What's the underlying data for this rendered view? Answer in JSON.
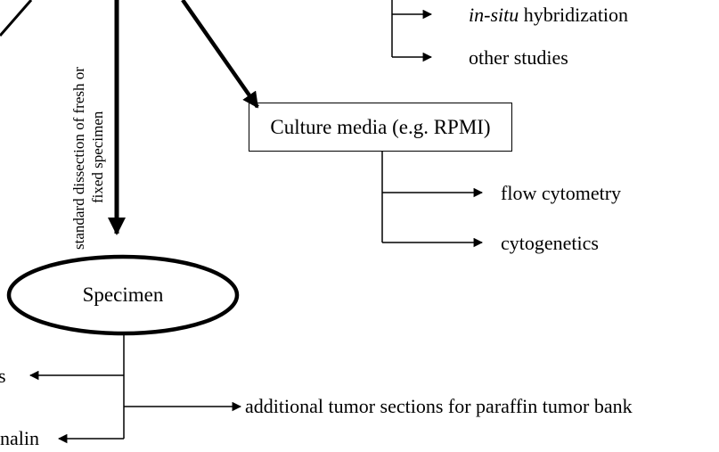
{
  "nodes": {
    "culture_media": "Culture media (e.g. RPMI)",
    "specimen": "Specimen"
  },
  "labels": {
    "in_situ_italic": "in-situ",
    "in_situ_rest": " hybridization",
    "other_studies": "other studies",
    "flow_cytometry": "flow cytometry",
    "cytogenetics": "cytogenetics",
    "additional_sections": "additional tumor sections for paraffin tumor bank",
    "cut_left_1": "s",
    "cut_left_2": "nalin",
    "dissection_line1": "standard dissection of fresh or",
    "dissection_line2": "fixed specimen"
  }
}
